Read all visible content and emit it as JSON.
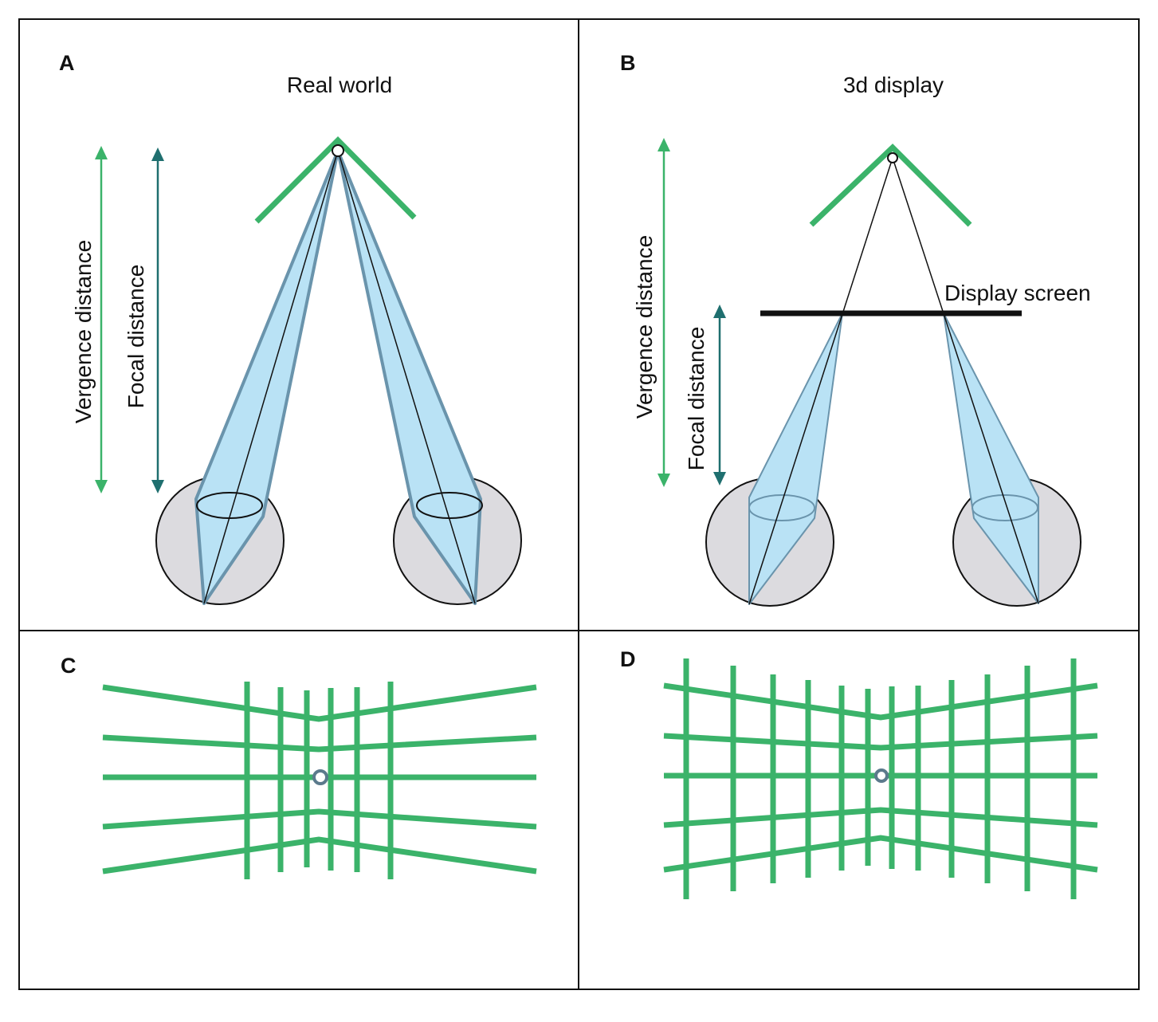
{
  "panels": {
    "a": {
      "letter": "A",
      "title": "Real world"
    },
    "b": {
      "letter": "B",
      "title": "3d display",
      "screen_label": "Display screen"
    },
    "c": {
      "letter": "C"
    },
    "d": {
      "letter": "D"
    }
  },
  "labels": {
    "vergence": "Vergence distance",
    "focal": "Focal distance"
  },
  "colors": {
    "green": "#3bb36a",
    "teal": "#1f6f6f",
    "cone_fill": "#b9e2f5",
    "cone_stroke": "#6a94ac",
    "eye_fill": "#dcdbdf",
    "fixation_ring": "#5b7a8c"
  }
}
